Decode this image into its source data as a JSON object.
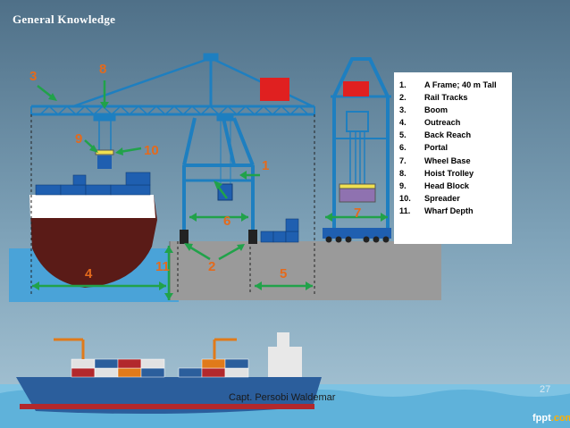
{
  "slide": {
    "title": "General Knowledge",
    "footer_credit": "Capt. Persobi Waldemar",
    "page_number": "27",
    "brand": "fppt",
    "brand_suffix": ".com"
  },
  "diagram": {
    "callout_labels": [
      "1",
      "2",
      "3",
      "4",
      "5",
      "6",
      "7",
      "8",
      "9",
      "10",
      "11"
    ],
    "legend": [
      {
        "num": "1.",
        "text": "A Frame; 40 m Tall"
      },
      {
        "num": "2.",
        "text": "Rail Tracks"
      },
      {
        "num": "3.",
        "text": "Boom"
      },
      {
        "num": "4.",
        "text": "Outreach"
      },
      {
        "num": "5.",
        "text": "Back Reach"
      },
      {
        "num": "6.",
        "text": "Portal"
      },
      {
        "num": "7.",
        "text": "Wheel Base"
      },
      {
        "num": "8.",
        "text": "Hoist Trolley"
      },
      {
        "num": "9.",
        "text": "Head Block"
      },
      {
        "num": "10.",
        "text": "Spreader"
      },
      {
        "num": "11.",
        "text": "Wharf Depth"
      }
    ]
  },
  "colors": {
    "crane": "#1e7fc0",
    "callout_label": "#e46a1c",
    "arrow": "#21a24a",
    "container_red": "#e02020",
    "container_blue": "#1f5fb0",
    "wharf": "#9a9a9a",
    "water": "#4aa3d8"
  }
}
